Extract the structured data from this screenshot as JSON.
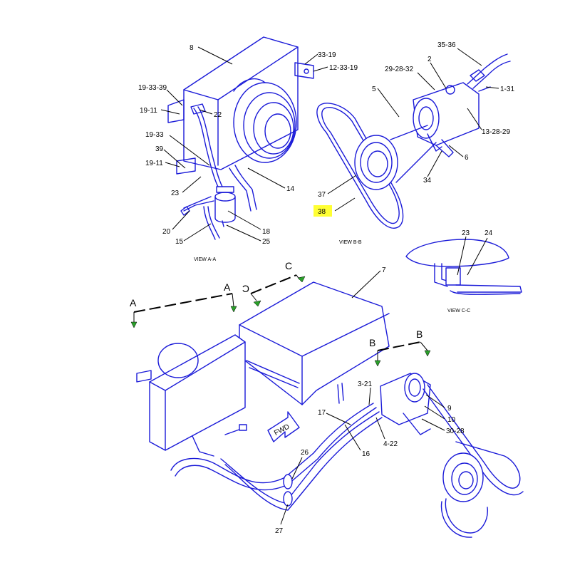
{
  "highlight_color": "#ffff33",
  "line_color": "#1a1ad8",
  "views": {
    "view_a": "VIEW A-A",
    "view_b": "VIEW B-B",
    "view_c": "VIEW C-C"
  },
  "sections": {
    "a_left": "A",
    "a_right": "A",
    "b_left": "B",
    "b_right": "B",
    "c_top": "C",
    "c_mirror": "C"
  },
  "fwd": "FWD",
  "callouts": {
    "c8": "8",
    "c33_19": "33-19",
    "c12_33_19": "12-33-19",
    "c19_33_39": "19-33-39",
    "c19_11_a": "19-11",
    "c22": "22",
    "c19_33": "19-33",
    "c39": "39",
    "c19_11_b": "19-11",
    "c23": "23",
    "c14": "14",
    "c20": "20",
    "c15": "15",
    "c18": "18",
    "c25": "25",
    "c35_36": "35-36",
    "c2": "2",
    "c29_28_32": "29-28-32",
    "c5": "5",
    "c1_31": "1-31",
    "c13_28_29": "13-28-29",
    "c6": "6",
    "c34": "34",
    "c37": "37",
    "c38": "38",
    "c23_c": "23",
    "c24": "24",
    "c7": "7",
    "c3_21": "3-21",
    "c17": "17",
    "c9": "9",
    "c10": "10",
    "c30_28": "30-28",
    "c4_22": "4-22",
    "c16": "16",
    "c26": "26",
    "c27": "27"
  }
}
